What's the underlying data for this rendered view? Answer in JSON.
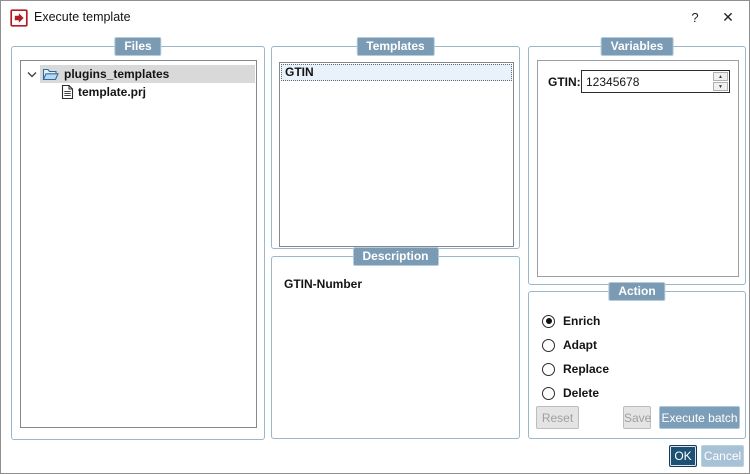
{
  "window": {
    "title": "Execute template",
    "help_label": "?",
    "close_label": "✕"
  },
  "colors": {
    "badge_bg": "#7a9bb3",
    "group_border": "#9ab7cb",
    "primary_button_bg": "#7d9eb8",
    "ok_button_bg": "#1d5174",
    "cancel_button_bg": "#a7c1d5",
    "tree_selection_bg": "#d9d9d9",
    "list_selection_bg": "#e9f2fa",
    "app_icon_red": "#b01e23",
    "folder_blue": "#2e6da4"
  },
  "icons": {
    "spin_up": "▲",
    "spin_down": "▼"
  },
  "files": {
    "label": "Files",
    "tree": [
      {
        "label": "plugins_templates",
        "type": "folder",
        "expanded": true,
        "selected": true
      },
      {
        "label": "template.prj",
        "type": "file",
        "selected": false
      }
    ]
  },
  "templates": {
    "label": "Templates",
    "items": [
      {
        "label": "GTIN",
        "selected": true
      }
    ]
  },
  "description": {
    "label": "Description",
    "text": "GTIN-Number"
  },
  "variables": {
    "label": "Variables",
    "fields": [
      {
        "label": "GTIN:",
        "value": "12345678"
      }
    ]
  },
  "action": {
    "label": "Action",
    "options": [
      {
        "label": "Enrich",
        "selected": true
      },
      {
        "label": "Adapt",
        "selected": false
      },
      {
        "label": "Replace",
        "selected": false
      },
      {
        "label": "Delete",
        "selected": false
      }
    ],
    "buttons": {
      "reset": "Reset",
      "save": "Save",
      "execute_batch": "Execute batch"
    }
  },
  "footer": {
    "ok": "OK",
    "cancel": "Cancel"
  }
}
